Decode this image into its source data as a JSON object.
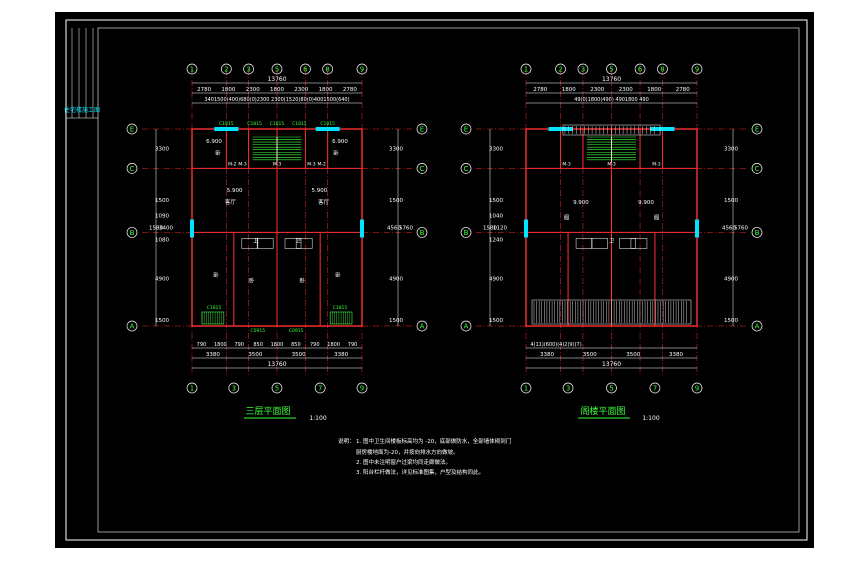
{
  "colors": {
    "background": "#000000",
    "outer": "#ffffff",
    "frame": "#ffffff",
    "grid_line": "#ff2a2a",
    "axis_label": "#39ff39",
    "dimension": "#ffffff",
    "wall": "#ff3030",
    "text_green": "#39ff39",
    "window_cyan": "#00e5ff",
    "stair_green": "#41ff41",
    "yellow": "#ffff66"
  },
  "side_label": "住宅楼施工图",
  "plan_left": {
    "title": "三层平面图",
    "scale": "1:100",
    "top_axes": [
      "1",
      "2",
      "3",
      "5",
      "6",
      "8",
      "9"
    ],
    "bottom_axes": [
      "1",
      "3",
      "5",
      "7",
      "9"
    ],
    "row_axes": [
      "E",
      "C",
      "B",
      "A"
    ],
    "total_dim": "13760",
    "top_dims": [
      "2780",
      "1800",
      "2300",
      "1800",
      "2300",
      "1800",
      "2780"
    ],
    "top_subdims": "3401500(400)680(0)2300  2300(1520)80(0)4001500(640)",
    "bottom_subdims": [
      "790",
      "1800",
      "790",
      "850",
      "1800",
      "850",
      "790",
      "1800",
      "790"
    ],
    "bottom_dims": [
      "3380",
      "3500",
      "3500",
      "3380"
    ],
    "left_dims": [
      "3300",
      "1500",
      "1090",
      "1580",
      "3400",
      "1080",
      "4900",
      "1500"
    ],
    "right_dims": [
      "3300",
      "1500",
      "4560",
      "5760",
      "4900",
      "1500"
    ],
    "elevations": [
      "6.900",
      "5.900",
      "5.900",
      "6.900"
    ],
    "room_labels": [
      "卧",
      "卧",
      "卧",
      "卧",
      "卧",
      "卧",
      "客厅",
      "客厅",
      "卫",
      "卫"
    ],
    "window_labels": [
      "C1815",
      "C1815",
      "C1815",
      "C1815",
      "C1815",
      "C1815",
      "C1815",
      "C0915",
      "C0915"
    ],
    "door_labels": [
      "M-2",
      "M-3",
      "M-3",
      "M-3",
      "M-2"
    ]
  },
  "plan_right": {
    "title": "阁楼平面图",
    "scale": "1:100",
    "top_axes": [
      "1",
      "2",
      "3",
      "5",
      "6",
      "8",
      "9"
    ],
    "bottom_axes": [
      "1",
      "3",
      "5",
      "7",
      "9"
    ],
    "row_axes": [
      "E",
      "C",
      "B",
      "A"
    ],
    "total_dim": "13760",
    "top_dims": [
      "2780",
      "1800",
      "2300",
      "2300",
      "1800",
      "2780"
    ],
    "top_subdims": "49(0)1800(490)   4901800 490",
    "bottom_subdims": "4(11)(600)(4)2(9)(7)",
    "bottom_dims": [
      "3380",
      "3500",
      "3500",
      "3380"
    ],
    "left_dims": [
      "3300",
      "1500",
      "1040",
      "1580",
      "1120",
      "1240",
      "4900",
      "1500"
    ],
    "right_dims": [
      "3300",
      "1500",
      "4560",
      "5760",
      "4900",
      "1500"
    ],
    "elevations": [
      "9.900",
      "9.900"
    ],
    "room_labels": [
      "阁",
      "阁",
      "卫"
    ],
    "door_labels": [
      "M-3",
      "M-3",
      "M-3"
    ]
  },
  "notes": {
    "heading": "说明：",
    "lines": [
      "1. 图中卫生间楼板标高均为 -20，底部做防水，全部墙体砌到门",
      "   厨房楼地面为-20，并按向排水方向做坡。",
      "2. 图中未注明窗户过梁均同走廊做法。",
      "3. 阳台栏杆做法，详见标准图集，户型及结构同此。"
    ]
  }
}
